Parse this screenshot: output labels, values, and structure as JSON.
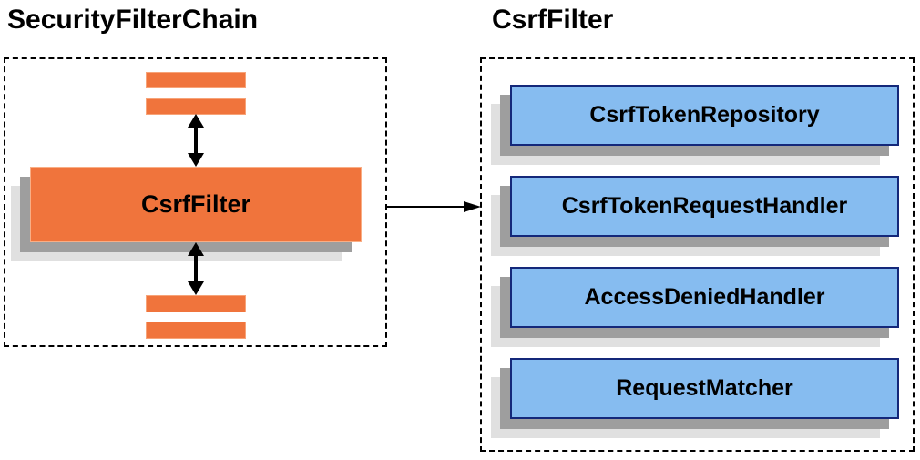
{
  "left_panel": {
    "title": "SecurityFilterChain",
    "filter_node_label": "CsrfFilter"
  },
  "right_panel": {
    "title": "CsrfFilter",
    "components": [
      "CsrfTokenRepository",
      "CsrfTokenRequestHandler",
      "AccessDeniedHandler",
      "RequestMatcher"
    ]
  },
  "icons": {
    "bidirectional_arrow": "double-headed-vertical-arrow",
    "flow_arrow": "right-arrow"
  },
  "colors": {
    "orange_fill": "#F0743C",
    "orange_border": "#F7A378",
    "blue_fill": "#86BCF0",
    "blue_border": "#14287A",
    "shadow_dark": "#9E9E9E",
    "shadow_light": "#E0E0E0",
    "line_black": "#000000",
    "background": "#FFFFFF"
  }
}
